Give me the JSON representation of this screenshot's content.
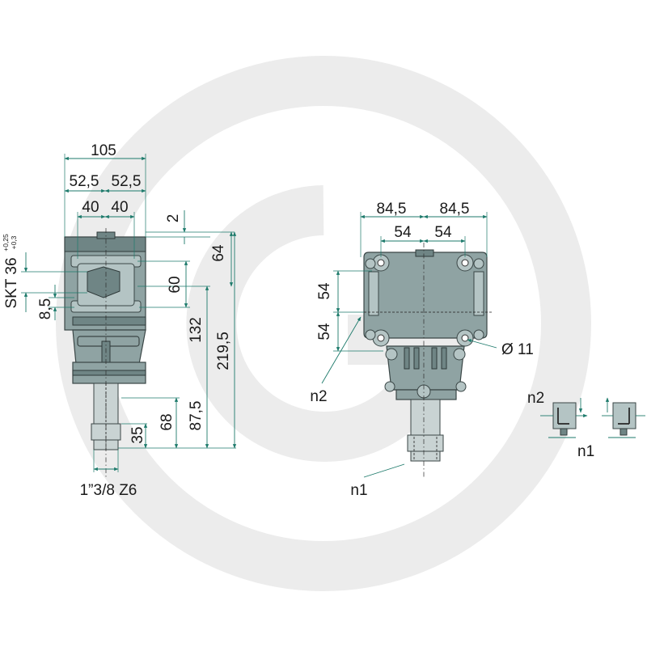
{
  "watermark": {
    "color": "#e6e6e6"
  },
  "colors": {
    "housing": "#8fa3a3",
    "dimension": "#1d7a6b"
  },
  "side_view": {
    "dims": {
      "total_width": "105",
      "half_left": "52,5",
      "half_right": "52,5",
      "inner_left": "40",
      "inner_right": "40",
      "top_gap": "2",
      "height_64": "64",
      "height_60": "60",
      "height_132": "132",
      "height_219": "219,5",
      "height_87": "87,5",
      "height_68": "68",
      "height_35": "35",
      "offset_8": "8,5"
    },
    "skt_label": "SKT 36",
    "skt_tol_upper": "+0,25",
    "skt_tol_lower": "+0,3",
    "shaft_label": "1”3/8 Z6"
  },
  "front_view": {
    "dims": {
      "half_left": "84,5",
      "half_right": "84,5",
      "inner_left": "54",
      "inner_right": "54",
      "vert_upper": "54",
      "vert_lower": "54",
      "hole": "Ø 11"
    },
    "labels": {
      "n1": "n1",
      "n2": "n2"
    }
  },
  "orientation_icons": {
    "labels": {
      "n1": "n1",
      "n2": "n2"
    }
  }
}
